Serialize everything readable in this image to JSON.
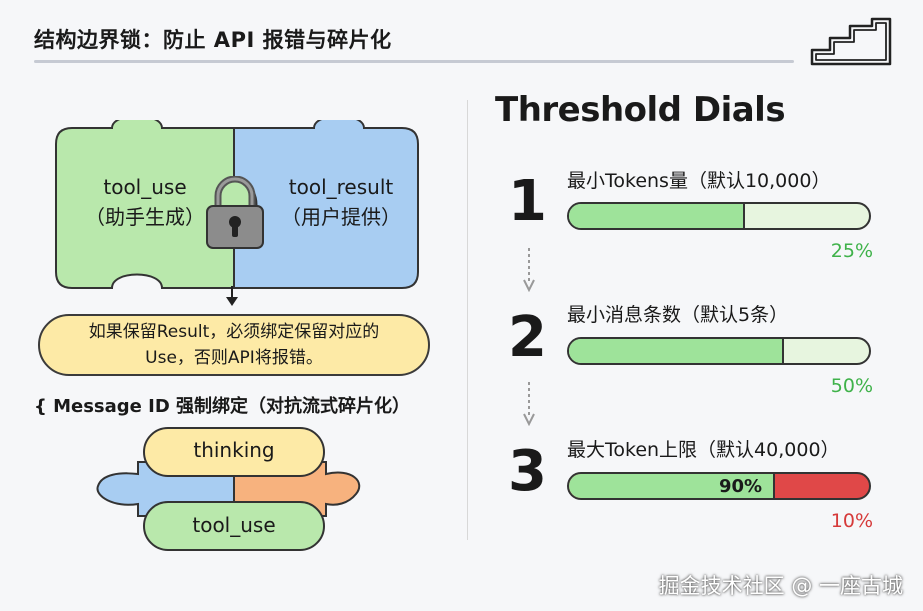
{
  "header": {
    "title": "结构边界锁：防止 API 报错与碎片化"
  },
  "lock_puzzle": {
    "left_piece": {
      "line1": "tool_use",
      "line2": "（助手生成）"
    },
    "right_piece": {
      "line1": "tool_result",
      "line2": "（用户提供）"
    }
  },
  "callout": {
    "line1": "如果保留Result，必须绑定保留对应的",
    "line2": "Use，否则API将报错。"
  },
  "message_id": {
    "heading": "{ Message ID 强制绑定（对抗流式碎片化）"
  },
  "stream_puzzle": {
    "top_pill": "thinking",
    "bottom_pill": "tool_use"
  },
  "dials": {
    "title": "Threshold Dials",
    "items": [
      {
        "number": "1",
        "label": "最小Tokens量（默认10,000）",
        "fill_fraction": 0.58,
        "percent": "25%",
        "percent_color": "#3fb24a"
      },
      {
        "number": "2",
        "label": "最小消息条数（默认5条）",
        "fill_fraction": 0.71,
        "percent": "50%",
        "percent_color": "#3fb24a"
      },
      {
        "number": "3",
        "label": "最大Token上限（默认40,000）",
        "fill_fraction": 0.68,
        "inner": "90%",
        "percent": "10%",
        "percent_color": "#d63a3a"
      }
    ]
  },
  "colors": {
    "green_piece": "#b9e8ac",
    "blue_piece": "#a8cdf2",
    "yellow": "#fdeaa6",
    "orange": "#f7b27e",
    "red_fill": "#e04848"
  },
  "watermark": "掘金技术社区 @ 一座古城"
}
